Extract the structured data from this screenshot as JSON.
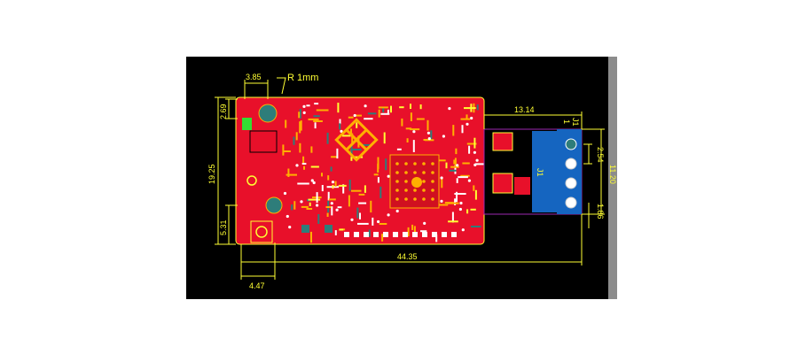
{
  "drawing": {
    "background_color": "#000000",
    "board_color": "#e8102a",
    "outline_color": "#ffff33",
    "connector_color": "#1565c0",
    "pad_color": "#2e7d7a",
    "corner_radius_label": "R 1mm",
    "dimensions": {
      "top_offset": "3.85",
      "left_small": "2.69",
      "left_height": "19.25",
      "left_lower": "5.31",
      "bottom_offset": "4.47",
      "overall_length": "44.35",
      "connector_length": "13.14",
      "pin_pitch": "2.54",
      "connector_height": "11.20",
      "connector_edge": "1.86"
    },
    "labels": {
      "connector_ref": "J1",
      "connector_ref2": "J1",
      "connector_pin_label": "1"
    }
  }
}
